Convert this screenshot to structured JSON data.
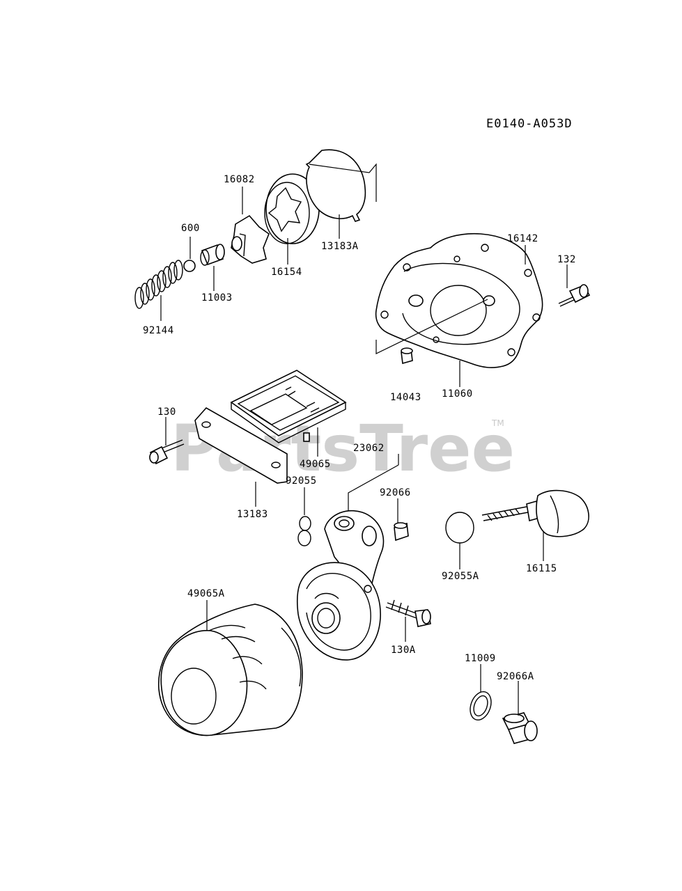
{
  "diagram_code": "E0140-A053D",
  "watermark": "PartsTree",
  "watermark_tm": "TM",
  "parts": [
    "16082",
    "600",
    "11003",
    "92144",
    "16154",
    "13183A",
    "16142",
    "132",
    "14043",
    "11060",
    "130",
    "49065",
    "13183",
    "92055",
    "23062",
    "92066",
    "92055A",
    "16115",
    "49065A",
    "130A",
    "11009",
    "92066A"
  ]
}
